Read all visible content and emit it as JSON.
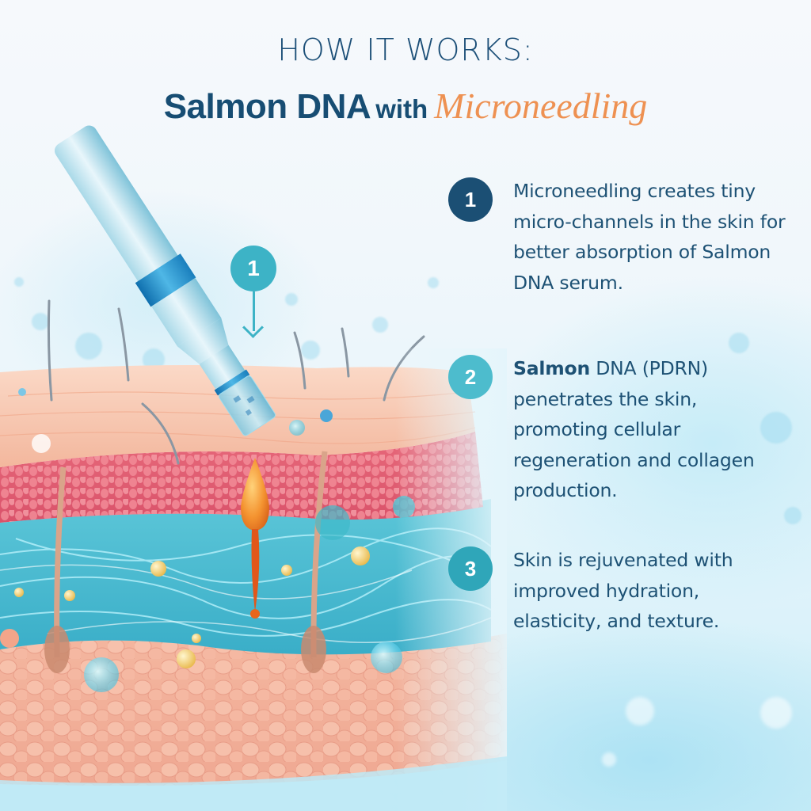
{
  "header": {
    "kicker": "HOW IT WORKS:",
    "title_main": "Salmon DNA",
    "title_with": "with",
    "title_accent": "Microneedling"
  },
  "illustration": {
    "description": "Microneedling pen pressing into cross-section of skin layers with orange serum droplet penetrating",
    "marker": {
      "number": "1",
      "arrow": "down"
    }
  },
  "steps": [
    {
      "number": "1",
      "bold": "",
      "text": "Microneedling creates tiny micro-channels in the skin for better absorption of Salmon DNA serum."
    },
    {
      "number": "2",
      "bold": "Salmon",
      "text": " DNA (PDRN) penetrates the skin, promoting cellular regeneration and collagen production."
    },
    {
      "number": "3",
      "bold": "",
      "text": "Skin is rejuvenated with improved hydration, elasticity, and texture."
    }
  ],
  "colors": {
    "navy": "#174d73",
    "accent_orange": "#ee9152",
    "badge_1": "#1b4f74",
    "badge_2": "#4dbccd",
    "badge_3": "#2fa6b9",
    "teal": "#3db3c6"
  }
}
